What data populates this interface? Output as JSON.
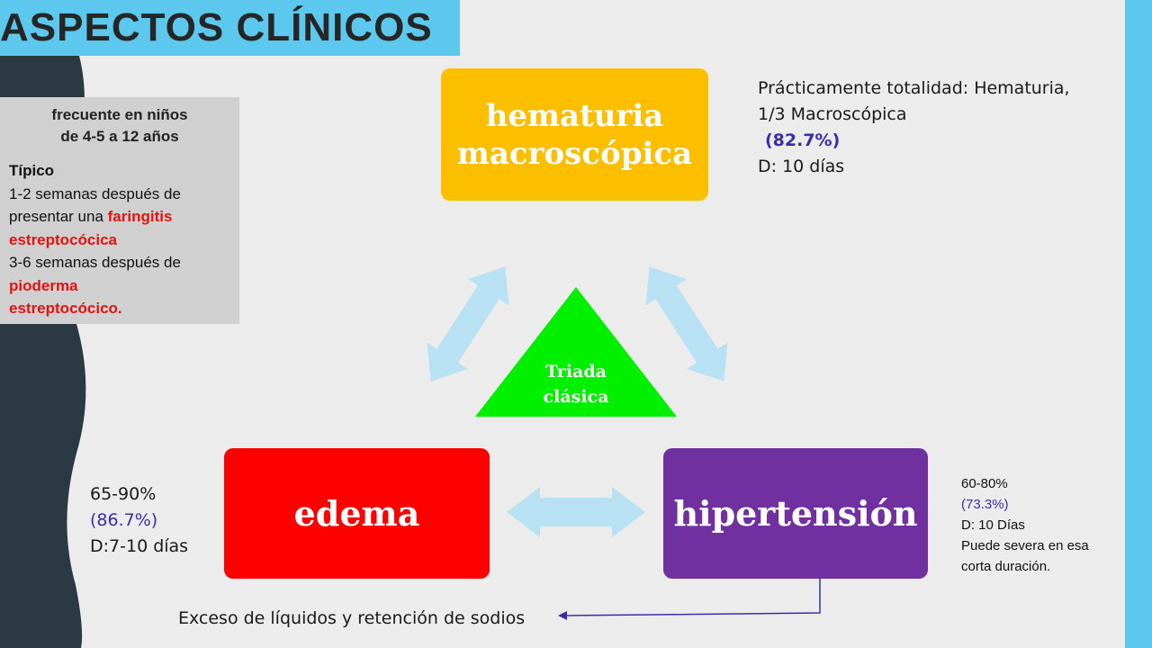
{
  "title": "ASPECTOS CLÍNICOS",
  "colors": {
    "title_bar": "#5dc8ee",
    "wave": "#2b3a42",
    "hematuria_box": "#fbbf00",
    "edema_box": "#ff0000",
    "hipertension_box": "#7030a0",
    "triangle": "#00f000",
    "arrows": "#b8e2f4",
    "highlight_red": "#e31212",
    "highlight_purple": "#3a2ea8"
  },
  "info_box": {
    "heading_line1": "frecuente en niños",
    "heading_line2": "de 4-5 a 12 años",
    "typical_label": "Típico",
    "line1": "1-2 semanas después de",
    "line2_prefix": "presentar una ",
    "line2_red": "faringitis",
    "line3_red": "estreptocócica",
    "line4": "3-6 semanas después de",
    "line5_red": "pioderma",
    "line6_red": "estreptocócico."
  },
  "boxes": {
    "hematuria_line1": "hematuria",
    "hematuria_line2": "macroscópica",
    "edema": "edema",
    "hipertension": "hipertensión"
  },
  "triangle": {
    "line1": "Triada",
    "line2": "clásica"
  },
  "notes": {
    "hematuria": {
      "line1": "Prácticamente totalidad:  Hematuria,",
      "line2": "1/3 Macroscópica",
      "line3": "(82.7%)",
      "line4": "D: 10 días"
    },
    "edema": {
      "line1": "65-90%",
      "line2": "(86.7%)",
      "line3": "D:7-10 días"
    },
    "hipertension": {
      "line1": "60-80%",
      "line2": "(73.3%)",
      "line3": "D: 10 Días",
      "line4": "Puede severa en esa",
      "line5": "corta duración."
    },
    "footer": "Exceso de líquidos y retención de sodios"
  }
}
